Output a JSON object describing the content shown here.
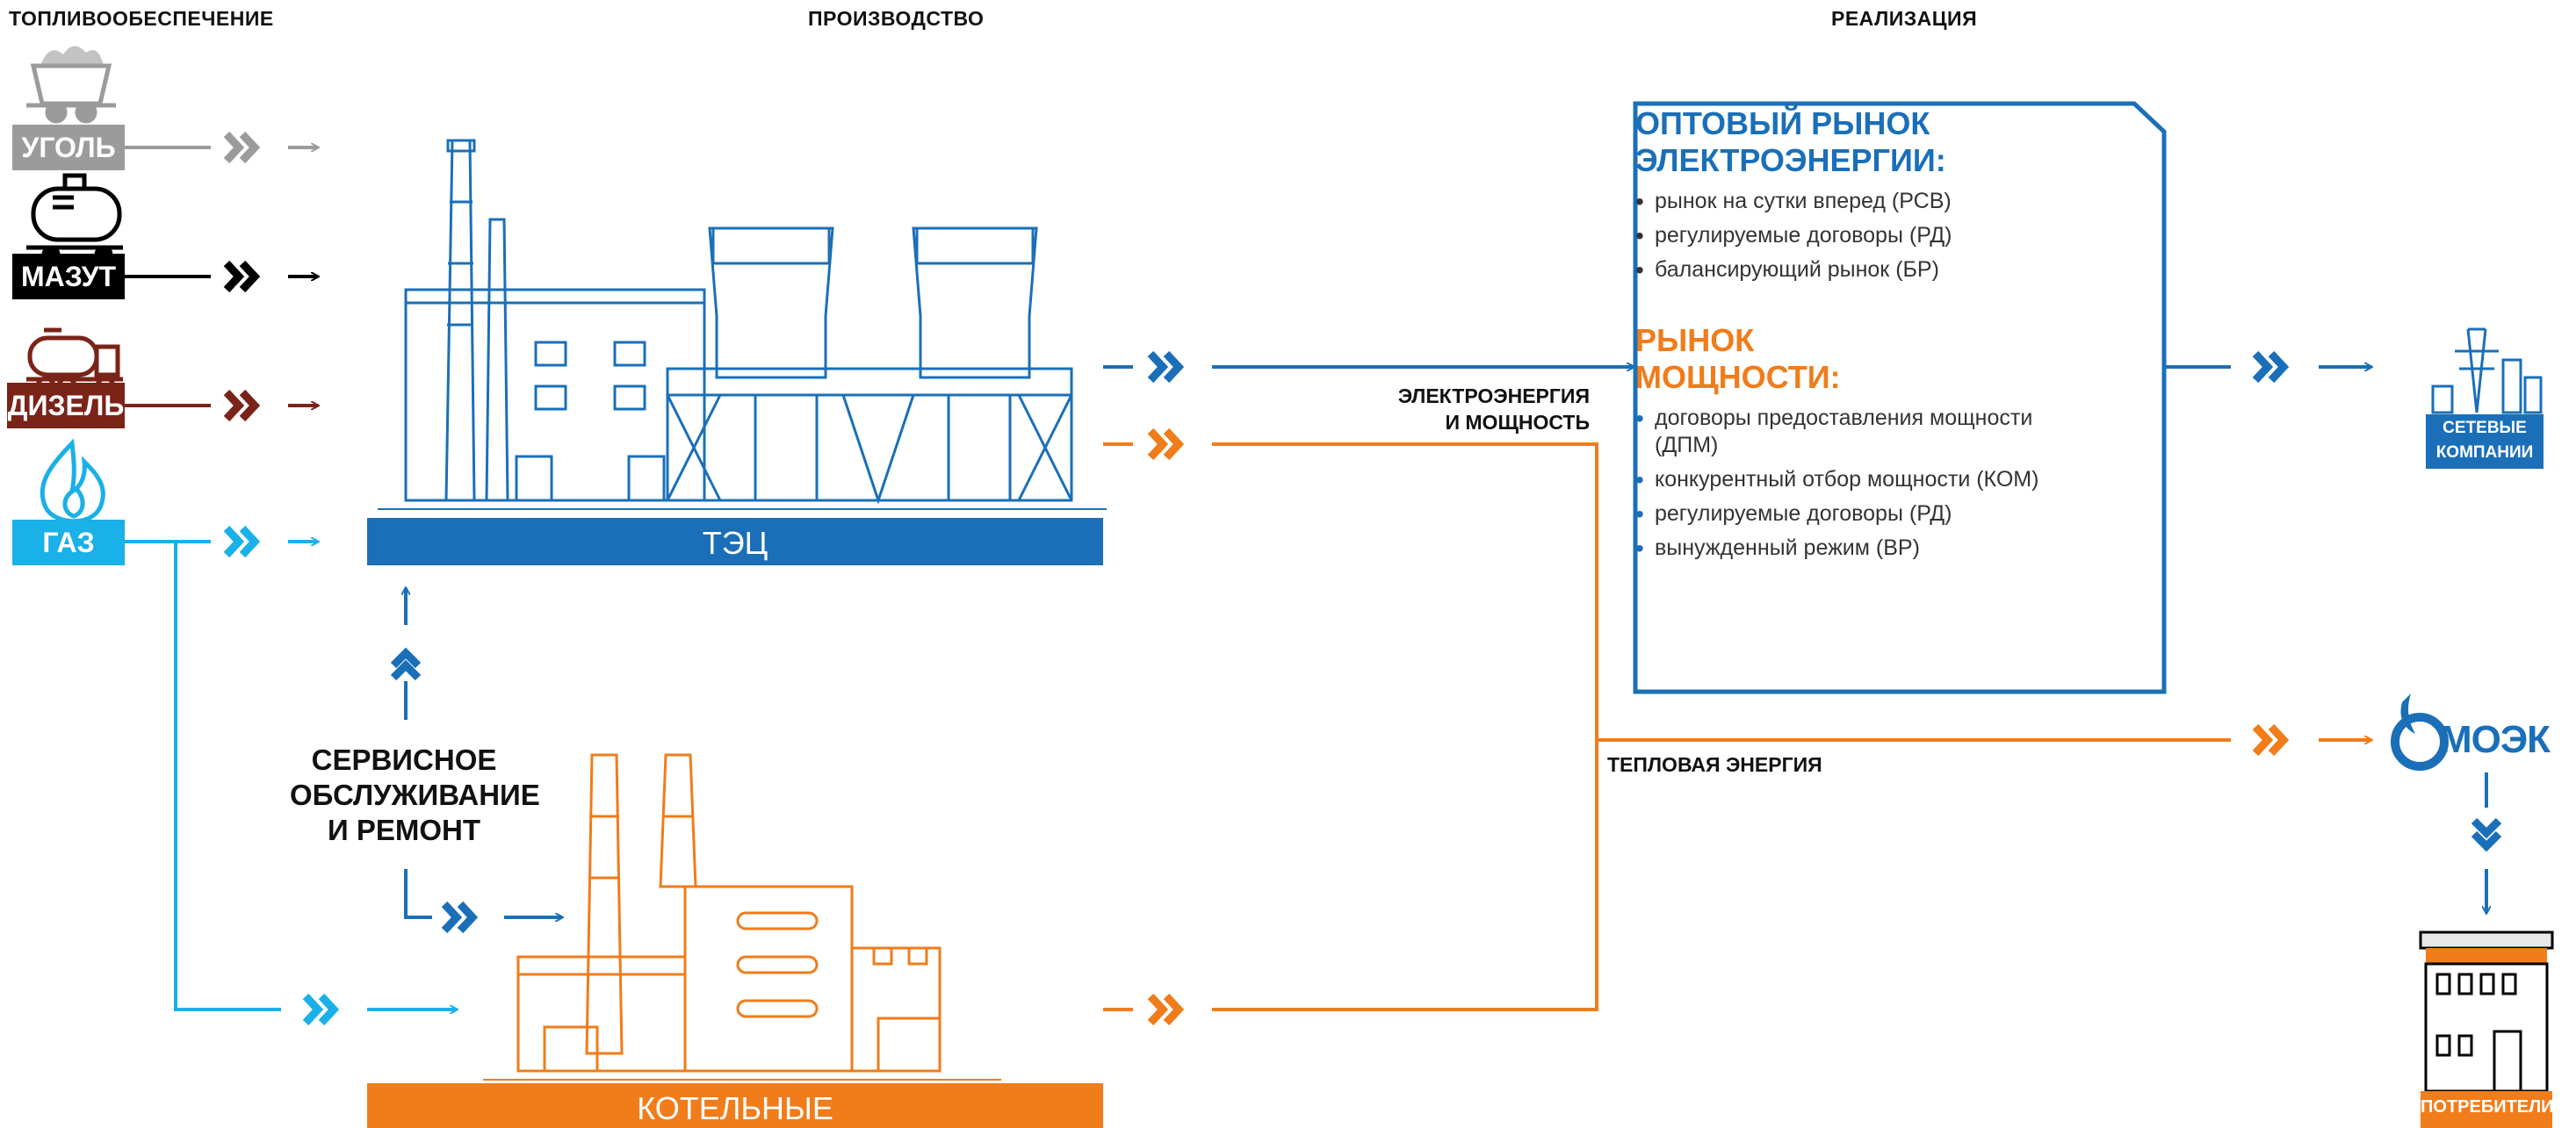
{
  "headers": {
    "fuel_supply": "ТОПЛИВООБЕСПЕЧЕНИЕ",
    "production": "ПРОИЗВОДСТВО",
    "sales": "РЕАЛИЗАЦИЯ"
  },
  "fuels": [
    {
      "label": "УГОЛЬ",
      "color": "#9b9b9b",
      "icon": "coal-cart-icon"
    },
    {
      "label": "МАЗУТ",
      "color": "#000000",
      "icon": "tank-car-icon"
    },
    {
      "label": "ДИЗЕЛЬ",
      "color": "#7a2318",
      "icon": "tank-truck-icon"
    },
    {
      "label": "ГАЗ",
      "color": "#1ab0e8",
      "icon": "gas-flame-icon"
    }
  ],
  "plants": {
    "chp_label": "ТЭЦ",
    "boiler_label": "КОТЕЛЬНЫЕ"
  },
  "service_label": [
    "СЕРВИСНОЕ",
    "ОБСЛУЖИВАНИЕ",
    "И РЕМОНТ"
  ],
  "flows": {
    "electricity_capacity": [
      "ЭЛЕКТРОЭНЕРГИЯ",
      "И МОЩНОСТЬ"
    ],
    "heat": "ТЕПЛОВАЯ ЭНЕРГИЯ"
  },
  "wholesale_market": {
    "title": [
      "ОПТОВЫЙ РЫНОК",
      "ЭЛЕКТРОЭНЕРГИИ:"
    ],
    "items": [
      "рынок на сутки вперед (РСВ)",
      "регулируемые договоры (РД)",
      "балансирующий рынок (БР)"
    ]
  },
  "capacity_market": {
    "title": [
      "РЫНОК",
      "МОЩНОСТИ:"
    ],
    "items": [
      "договоры предоставления мощности (ДПМ)",
      "конкурентный отбор мощности (КОМ)",
      "регулируемые договоры (РД)",
      "вынужденный режим (ВР)"
    ]
  },
  "destinations": {
    "grid": [
      "СЕТЕВЫЕ",
      "КОМПАНИИ"
    ],
    "moek_logo": "МОЭК",
    "consumers": "ПОТРЕБИТЕЛИ"
  },
  "colors": {
    "blue": "#1a6fb8",
    "orange": "#f07c1a",
    "lightblue": "#1ab0e8",
    "gray": "#9b9b9b",
    "black": "#000000",
    "maroon": "#7a2318"
  }
}
